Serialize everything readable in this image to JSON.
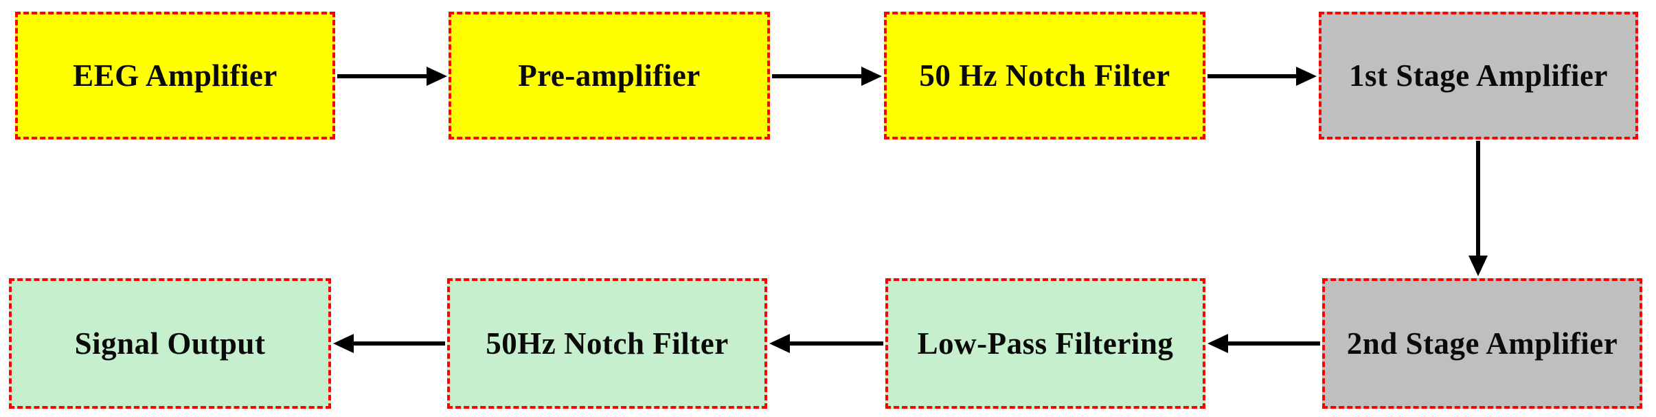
{
  "colors": {
    "node_yellow": "#FFFF00",
    "node_gray": "#BFBFBF",
    "node_green": "#C6EFCE",
    "border_red_dashed": "#FF0000",
    "arrow_black": "#000000",
    "text_black": "#0A0A0A",
    "background_white": "#FFFFFF"
  },
  "nodes": [
    {
      "id": "eeg-amplifier",
      "label": "EEG Amplifier",
      "fill": "node_yellow",
      "row": "top"
    },
    {
      "id": "pre-amplifier",
      "label": "Pre-amplifier",
      "fill": "node_yellow",
      "row": "top"
    },
    {
      "id": "notch-filter-50hz-top",
      "label": "50 Hz Notch Filter",
      "fill": "node_yellow",
      "row": "top"
    },
    {
      "id": "first-stage-amplifier",
      "label": "1st Stage Amplifier",
      "fill": "node_gray",
      "row": "top"
    },
    {
      "id": "second-stage-amplifier",
      "label": "2nd Stage Amplifier",
      "fill": "node_gray",
      "row": "bottom"
    },
    {
      "id": "low-pass-filtering",
      "label": "Low-Pass Filtering",
      "fill": "node_green",
      "row": "bottom"
    },
    {
      "id": "notch-filter-50hz-bottom",
      "label": "50Hz Notch Filter",
      "fill": "node_green",
      "row": "bottom"
    },
    {
      "id": "signal-output",
      "label": "Signal Output",
      "fill": "node_green",
      "row": "bottom"
    }
  ],
  "edges": [
    {
      "from": "EEG Amplifier",
      "to": "Pre-amplifier",
      "direction": "right"
    },
    {
      "from": "Pre-amplifier",
      "to": "50 Hz Notch Filter",
      "direction": "right"
    },
    {
      "from": "50 Hz Notch Filter",
      "to": "1st Stage Amplifier",
      "direction": "right"
    },
    {
      "from": "1st Stage Amplifier",
      "to": "2nd Stage Amplifier",
      "direction": "down"
    },
    {
      "from": "2nd Stage Amplifier",
      "to": "Low-Pass Filtering",
      "direction": "left"
    },
    {
      "from": "Low-Pass Filtering",
      "to": "50Hz Notch Filter",
      "direction": "left"
    },
    {
      "from": "50Hz Notch Filter",
      "to": "Signal Output",
      "direction": "left"
    }
  ]
}
